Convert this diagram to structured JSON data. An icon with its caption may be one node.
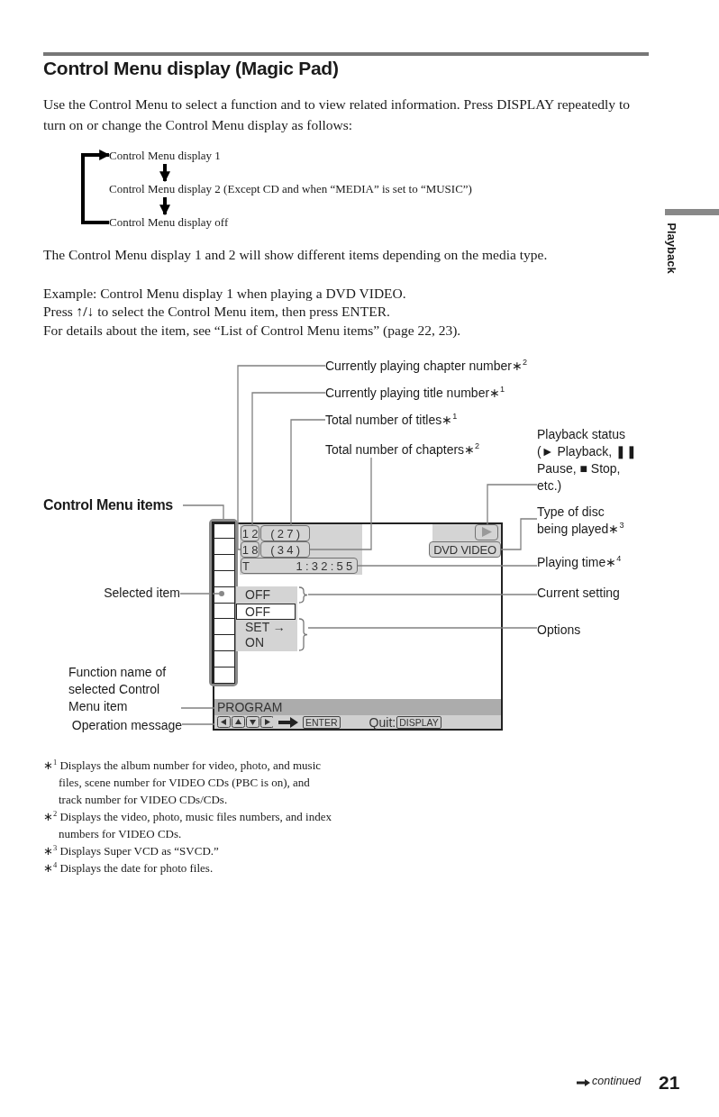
{
  "diagram": {
    "title": "Control Menu display (Magic Pad)",
    "nodes": [
      {
        "text": [
          "Control Menu display 1"
        ]
      },
      {
        "text": [
          "Control Menu display 2 (Except CD and when “MEDIA” is set to “MUSIC”)"
        ]
      },
      {
        "text": [
          "Control Menu display off"
        ]
      },
      {
        "text": [],
        "shape": "box"
      },
      {
        "text": [],
        "shape": "box",
        "in": 3
      },
      {
        "text": [
          "1 2"
        ],
        "in": 3
      },
      {
        "text": [
          "( 2 7 )"
        ],
        "in": 3
      },
      {
        "text": [
          "1 8"
        ],
        "in": 3
      },
      {
        "text": [
          "( 3 4 )"
        ],
        "in": 3
      },
      {
        "text": [
          "T",
          "1 : 3 2 : 5 5"
        ],
        "in": 3
      },
      {
        "text": [],
        "shape": "box",
        "in": 3
      },
      {
        "text": [
          "DVD VIDEO"
        ],
        "in": 3
      },
      {
        "text": [
          "OFF"
        ],
        "in": 3
      },
      {
        "text": [
          "OFF",
          "SET →",
          "ON"
        ],
        "in": 3
      },
      {
        "text": [],
        "shape": "circle",
        "in": 4
      },
      {
        "text": [
          "PROGRAM"
        ],
        "in": 3
      },
      {
        "text": [
          "ENTER",
          "Quit:",
          "DISPLAY"
        ],
        "in": 3
      },
      {
        "text": [
          "Currently playing chapter number∗$^{2}$"
        ]
      },
      {
        "text": [
          "Currently playing title number∗$^{1}$"
        ]
      },
      {
        "text": [
          "Total number of titles∗$^{1}$"
        ]
      },
      {
        "text": [
          "Total number of chapters∗$^{2}$"
        ]
      },
      {
        "text": [
          "Playback status (► Playback, ❚❚ Pause, ■ Stop, etc.)"
        ]
      },
      {
        "text": [
          "Type of disc being played∗$^{3}$"
        ]
      },
      {
        "text": [
          "Playing time∗$^{4}$"
        ]
      },
      {
        "text": [
          "Current setting"
        ]
      },
      {
        "text": [
          "Options"
        ]
      },
      {
        "text": [
          "Control Menu items"
        ]
      },
      {
        "text": [
          "Selected item"
        ]
      },
      {
        "text": [
          "Function name of selected Control Menu item"
        ]
      },
      {
        "text": [
          "Operation message"
        ]
      }
    ],
    "edges": [
      {
        "from": 0,
        "to": 1,
        "arrow": "to",
        "style": "thick",
        "color": "#000000"
      },
      {
        "from": 1,
        "to": 2,
        "arrow": "to",
        "style": "thick",
        "color": "#000000"
      },
      {
        "from": 2,
        "to": 0,
        "arrow": "to",
        "style": "thick",
        "color": "#000000"
      },
      {
        "from": 17,
        "to": 7,
        "arrow": "none"
      },
      {
        "from": 18,
        "to": 5,
        "arrow": "none"
      },
      {
        "from": 19,
        "to": 6,
        "arrow": "none"
      },
      {
        "from": 20,
        "to": 8,
        "arrow": "none"
      },
      {
        "from": 21,
        "to": 10,
        "arrow": "none"
      },
      {
        "from": 22,
        "to": 11,
        "arrow": "none"
      },
      {
        "from": 23,
        "to": 9,
        "arrow": "none"
      },
      {
        "from": 24,
        "to": 12,
        "arrow": "none"
      },
      {
        "from": 25,
        "to": 13,
        "arrow": "none"
      },
      {
        "from": 26,
        "to": 4,
        "arrow": "none"
      },
      {
        "from": 27,
        "to": 14,
        "arrow": "none"
      },
      {
        "from": 28,
        "to": 15,
        "arrow": "none"
      },
      {
        "from": 29,
        "to": 16,
        "arrow": "none"
      }
    ],
    "labels": [
      "Use the Control Menu to select a function and to view related information. Press DISPLAY repeatedly to turn on or change the Control Menu display as follows:",
      "The Control Menu display 1 and 2 will show different items depending on the media type.",
      "Example: Control Menu display 1 when playing a DVD VIDEO.",
      "Press **↑/↓** to select the Control Menu item, then press ENTER.",
      "For details about the item, see “List of Control Menu items” (page 22, 23).",
      "Playback",
      "∗$^{1}$ Displays the album number for video, photo, and music files, scene number for VIDEO CDs (PBC is on), and track number for VIDEO CDs/CDs.",
      "∗$^{2}$ Displays the video, photo, music files numbers, and index numbers for VIDEO CDs.",
      "∗$^{3}$ Displays Super VCD as “SVCD.”",
      "∗$^{4}$ Displays the date for photo files.",
      "continued",
      "21"
    ]
  }
}
